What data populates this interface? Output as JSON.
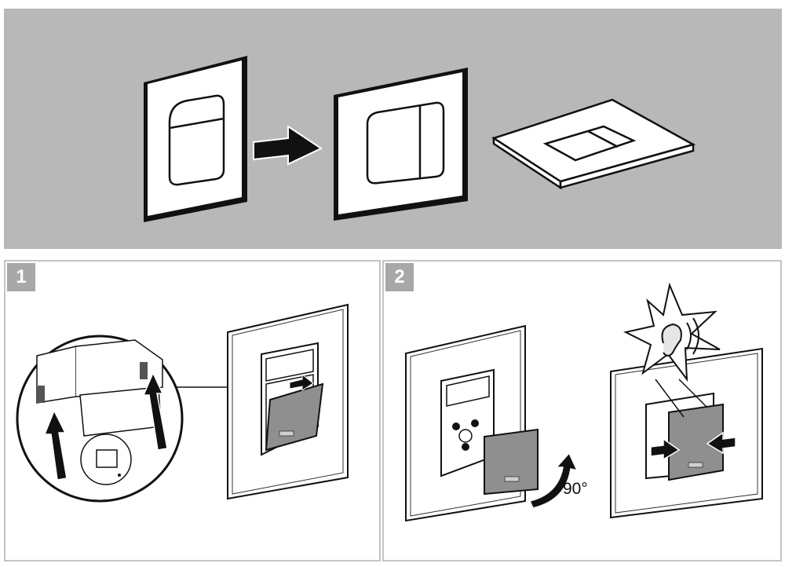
{
  "steps": [
    {
      "number": "1"
    },
    {
      "number": "2",
      "rotation_label": "90°"
    }
  ],
  "colors": {
    "banner_background": "#b9b8b8",
    "step_badge": "#a8a8a8",
    "step_border": "#c4c4c4",
    "cover_plate": "#8f8f8f"
  }
}
